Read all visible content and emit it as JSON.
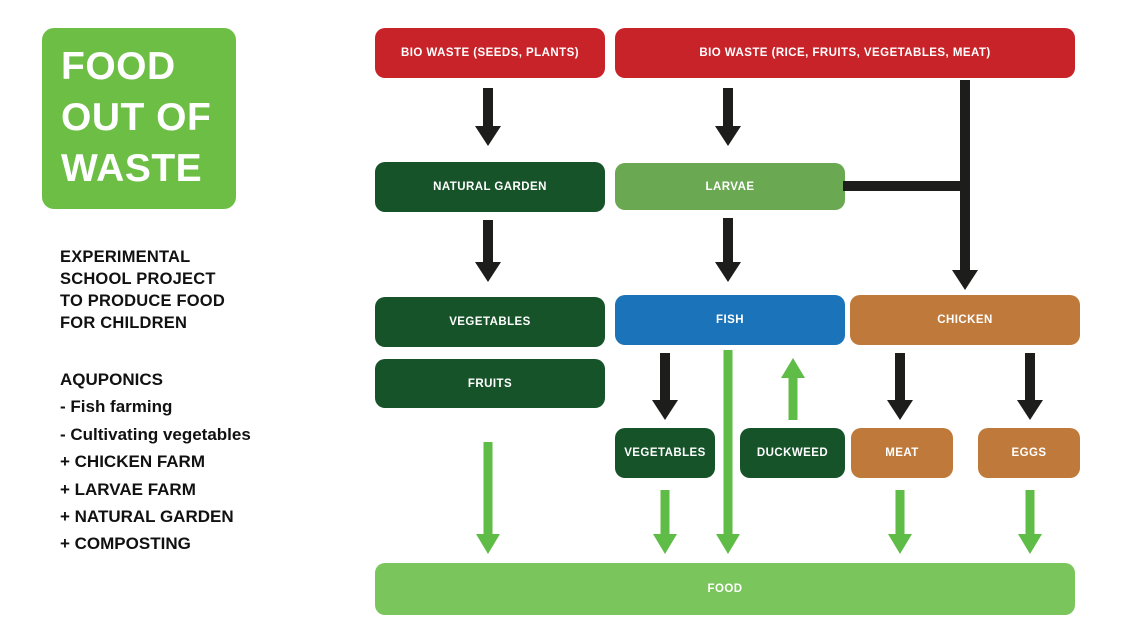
{
  "sidebar": {
    "logo": {
      "lines": [
        "FOOD",
        "OUT OF",
        "WASTE"
      ]
    },
    "description_lines": [
      "EXPERIMENTAL",
      "SCHOOL PROJECT",
      "TO PRODUCE FOOD",
      "FOR CHILDREN"
    ],
    "aquaponics": {
      "heading": "AQUPONICS",
      "items": [
        "- Fish farming",
        "- Cultivating vegetables",
        "+ CHICKEN FARM",
        "+ LARVAE FARM",
        "+ NATURAL GARDEN",
        "+ COMPOSTING"
      ]
    }
  },
  "diagram": {
    "nodes": {
      "bio_waste_seeds": "BIO WASTE (SEEDS, PLANTS)",
      "bio_waste_rice": "BIO WASTE (RICE, FRUITS, VEGETABLES, MEAT)",
      "natural_garden": "NATURAL GARDEN",
      "larvae": "LARVAE",
      "vegetables": "VEGETABLES",
      "fruits": "FRUITS",
      "fish": "FISH",
      "chicken": "CHICKEN",
      "vegetables_small": "VEGETABLES",
      "duckweed": "DUCKWEED",
      "meat": "MEAT",
      "eggs": "EGGS",
      "food": "FOOD"
    },
    "edges": [
      {
        "from": "bio_waste_seeds",
        "to": "natural_garden",
        "style": "black"
      },
      {
        "from": "bio_waste_rice",
        "to": "larvae",
        "style": "black"
      },
      {
        "from": "bio_waste_rice",
        "to": "chicken",
        "style": "black"
      },
      {
        "from": "natural_garden",
        "to": "vegetables",
        "style": "black"
      },
      {
        "from": "larvae",
        "to": "fish",
        "style": "black"
      },
      {
        "from": "fish",
        "to": "vegetables_small",
        "style": "black"
      },
      {
        "from": "chicken",
        "to": "meat",
        "style": "black"
      },
      {
        "from": "chicken",
        "to": "eggs",
        "style": "black"
      },
      {
        "from": "duckweed",
        "to": "fish",
        "style": "green"
      },
      {
        "from": "fish",
        "to": "food",
        "style": "green"
      },
      {
        "from": "fruits",
        "to": "food",
        "style": "green"
      },
      {
        "from": "vegetables_small",
        "to": "food",
        "style": "green"
      },
      {
        "from": "meat",
        "to": "food",
        "style": "green"
      },
      {
        "from": "eggs",
        "to": "food",
        "style": "green"
      }
    ],
    "colors": {
      "logo_green": "#6cbe45",
      "food_green": "#7ac55c",
      "red": "#c9232a",
      "dark_green": "#175329",
      "medium_green": "#6aa851",
      "blue": "#1b73b9",
      "brown": "#bf7a3b",
      "arrow_black": "#1d1d1b",
      "arrow_green": "#5fbc46"
    }
  }
}
